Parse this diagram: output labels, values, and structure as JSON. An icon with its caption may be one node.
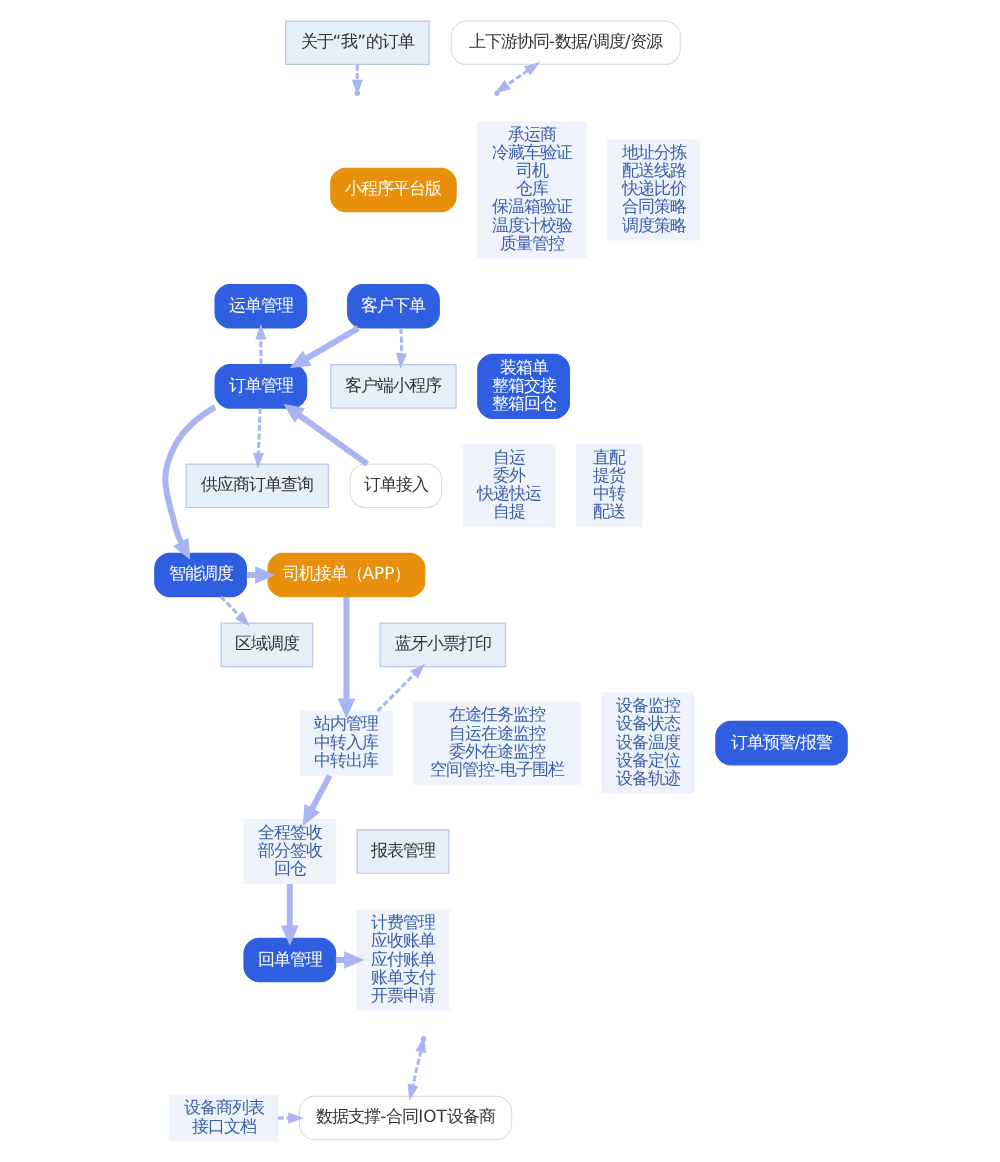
{
  "diagram": {
    "nodes": [
      {
        "text": [
          "关于“我”的订单"
        ]
      },
      {
        "text": [
          "上下游协同-数据/调度/资源"
        ]
      },
      {
        "text": [
          "承运商",
          "冷藏车验证",
          "司机",
          "仓库",
          "保温箱验证",
          "温度计校验",
          "质量管控"
        ]
      },
      {
        "text": [
          "地址分拣",
          "配送线路",
          "快递比价",
          "合同策略",
          "调度策略"
        ]
      },
      {
        "text": [
          "小程序平台版"
        ]
      },
      {
        "text": [
          "客户下单"
        ]
      },
      {
        "text": [
          "客户端小程序"
        ]
      },
      {
        "text": [
          "订单接入"
        ]
      },
      {
        "text": [
          "运单管理"
        ]
      },
      {
        "text": [
          "订单管理"
        ]
      },
      {
        "text": [
          "供应商订单查询"
        ]
      },
      {
        "text": [
          "装箱单",
          "整箱交接",
          "整箱回仓"
        ]
      },
      {
        "text": [
          "自运",
          "委外",
          "快递快运",
          "自提"
        ]
      },
      {
        "text": [
          "直配",
          "提货",
          "中转",
          "配送"
        ]
      },
      {
        "text": [
          "司机接单（APP）"
        ]
      },
      {
        "text": [
          "智能调度"
        ]
      },
      {
        "text": [
          "区域调度"
        ]
      },
      {
        "text": [
          "蓝牙小票打印"
        ]
      },
      {
        "text": [
          "站内管理",
          "中转入库",
          "中转出库"
        ]
      },
      {
        "text": [
          "在途任务监控",
          "自运在途监控",
          "委外在途监控",
          "空间管控-电子围栏"
        ]
      },
      {
        "text": [
          "设备监控",
          "设备状态",
          "设备温度",
          "设备定位",
          "设备轨迹"
        ]
      },
      {
        "text": [
          "订单预警/报警"
        ]
      },
      {
        "text": [
          "报表管理"
        ]
      },
      {
        "text": [
          "全程签收",
          "部分签收",
          "回仓"
        ]
      },
      {
        "text": [
          "回单管理"
        ]
      },
      {
        "text": [
          "计费管理",
          "应收账单",
          "应付账单",
          "账单支付",
          "开票申请"
        ]
      },
      {
        "text": [
          "数据支撑-合同IOT设备商"
        ]
      },
      {
        "text": [
          "设备商列表",
          "接口文档"
        ]
      }
    ],
    "edges": [
      {
        "from": 0,
        "to": null,
        "arrow": "to",
        "style": "dashed"
      },
      {
        "from": 1,
        "to": null,
        "arrow": "both",
        "style": "dashed"
      },
      {
        "from": 5,
        "to": 6,
        "arrow": "to",
        "style": "dashed"
      },
      {
        "from": 5,
        "to": 9,
        "arrow": "to",
        "style": "thick"
      },
      {
        "from": 7,
        "to": 9,
        "arrow": "to",
        "style": "thick"
      },
      {
        "from": 9,
        "to": 8,
        "arrow": "to",
        "style": "dashed"
      },
      {
        "from": 9,
        "to": 10,
        "arrow": "to",
        "style": "dashed"
      },
      {
        "from": 9,
        "to": 15,
        "arrow": "to",
        "style": "thick"
      },
      {
        "from": 15,
        "to": 16,
        "arrow": "to",
        "style": "dashed"
      },
      {
        "from": 15,
        "to": 14,
        "arrow": "to",
        "style": "thick"
      },
      {
        "from": 14,
        "to": 18,
        "arrow": "to",
        "style": "thick"
      },
      {
        "from": 18,
        "to": 23,
        "arrow": "to",
        "style": "thick"
      },
      {
        "from": 18,
        "to": 17,
        "arrow": "to",
        "style": "dashed"
      },
      {
        "from": 23,
        "to": 24,
        "arrow": "to",
        "style": "thick"
      },
      {
        "from": 24,
        "to": 25,
        "arrow": "to",
        "style": "thick"
      },
      {
        "from": 26,
        "to": null,
        "arrow": "both",
        "style": "dashed"
      },
      {
        "from": 27,
        "to": 26,
        "arrow": "to",
        "style": "dashed"
      }
    ]
  }
}
